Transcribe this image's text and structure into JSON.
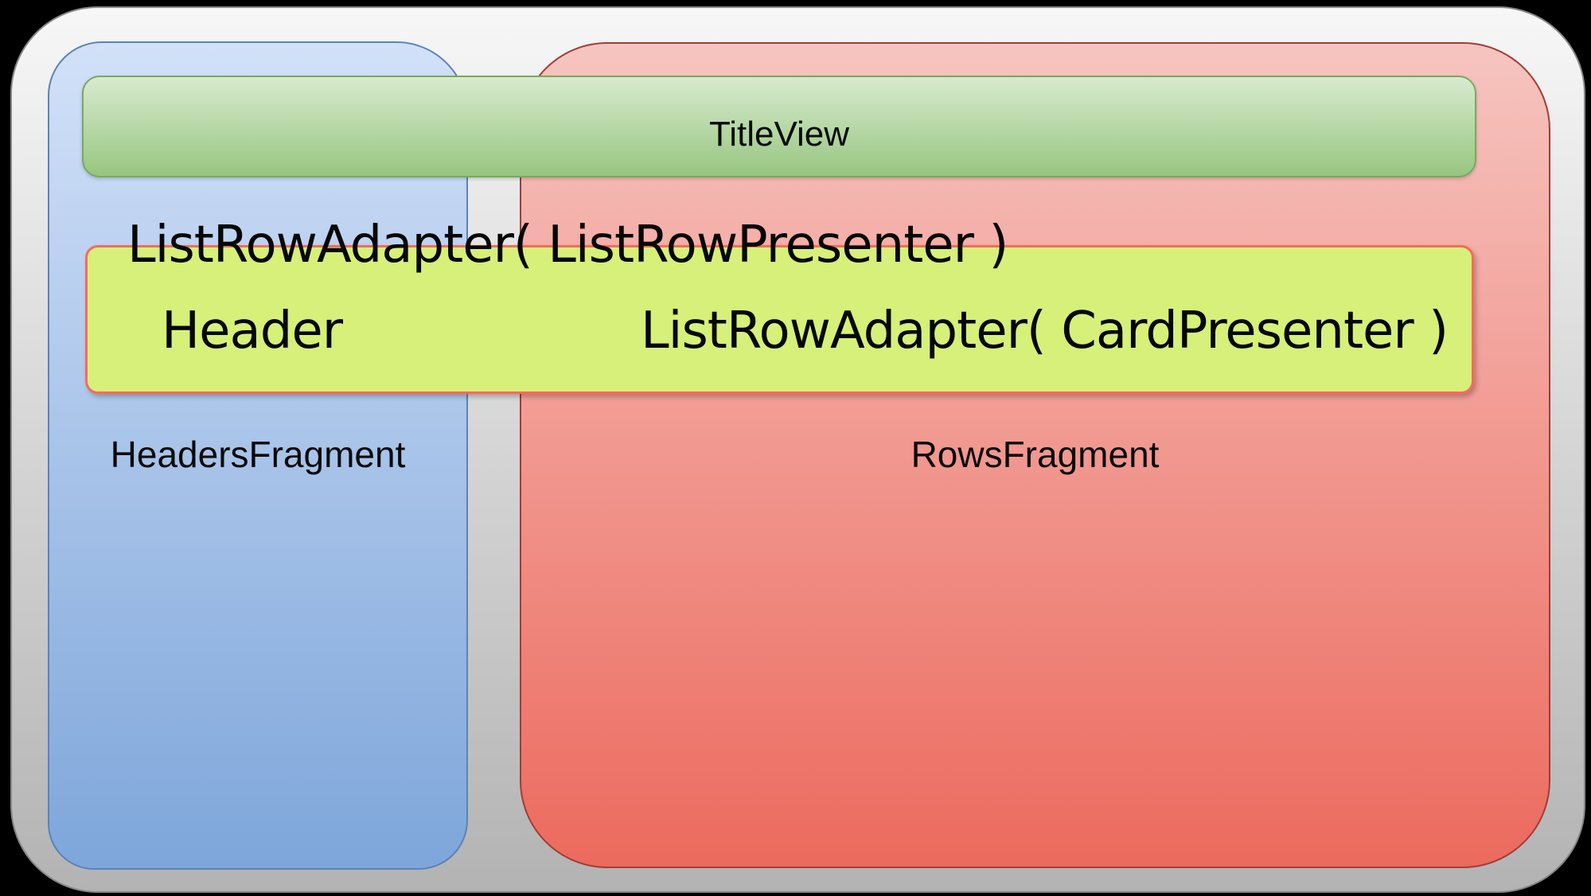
{
  "diagram": {
    "title_bar": {
      "label": "TitleView"
    },
    "headers_box": {
      "label": "HeadersFragment"
    },
    "rows_box": {
      "label": "RowsFragment"
    },
    "adapter_row": {
      "outer_label": "ListRowAdapter( ListRowPresenter )",
      "header_cell": "Header",
      "card_cell": "ListRowAdapter( CardPresenter )"
    }
  },
  "theme": {
    "outer-top": "#f7f7f7",
    "outer-bottom": "#b3b3b3",
    "outer-border": "#878787",
    "blue-top": "#d2e1f8",
    "blue-bottom": "#7ea6da",
    "blue-border": "#5b83b8",
    "red-top": "#f6c5c0",
    "red-bottom": "#ec6a5e",
    "red-border": "#a23c35",
    "green-top": "#d8eacf",
    "green-bottom": "#97c680",
    "green-border": "#79a95e",
    "yellow-fill": "#d6f07a",
    "yellow-border": "#f8695e",
    "text-color": "#060606"
  }
}
